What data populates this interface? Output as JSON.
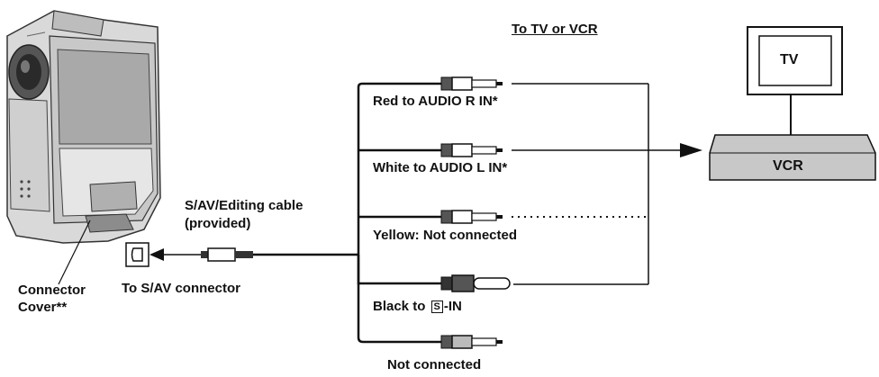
{
  "labels": {
    "to_tv_vcr": "To TV or VCR",
    "red": "Red to AUDIO R IN*",
    "white": "White to AUDIO L IN*",
    "yellow": "Yellow: Not connected",
    "black_prefix": "Black to ",
    "black_badge": "S",
    "black_suffix": "-IN",
    "not_connected_bottom": "Not connected",
    "cable_line1": "S/AV/Editing cable",
    "cable_line2": "(provided)",
    "to_sav": "To S/AV connector",
    "connector_cover_line1": "Connector",
    "connector_cover_line2": "Cover**",
    "tv": "TV",
    "vcr": "VCR"
  }
}
